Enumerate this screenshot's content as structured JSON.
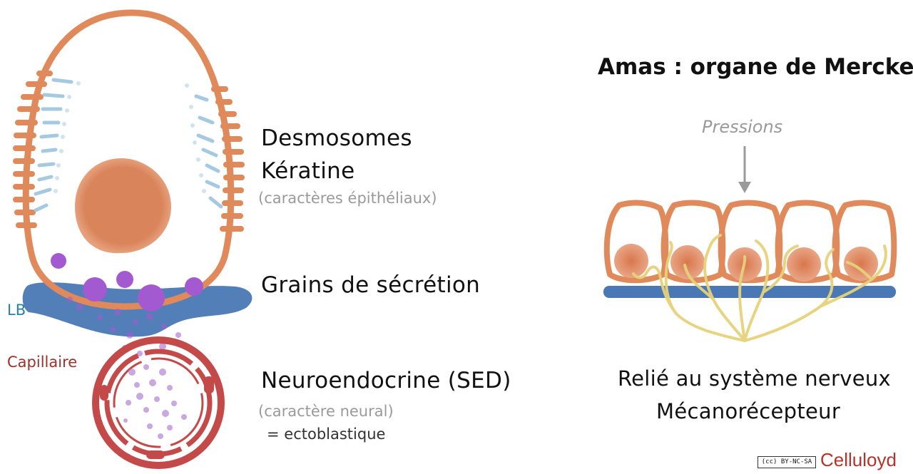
{
  "left": {
    "labels": {
      "desmosomes": "Desmosomes",
      "keratine": "Kératine",
      "epithelial_note": "(caractères épithéliaux)",
      "grains": "Grains de sécrétion",
      "neuro": "Neuroendocrine (SED)",
      "neural_note": "(caractère neural)",
      "ecto": "= ectoblastique",
      "lb": "LB",
      "capillaire": "Capillaire"
    }
  },
  "right": {
    "title": "Amas : organe de Merckel",
    "pressure": "Pressions",
    "caption_line1": "Relié au système nerveux",
    "caption_line2": "Mécanorécepteur"
  },
  "footer": {
    "license": "(cc) BY-NC-SA",
    "logo": "Celluloyd"
  },
  "colors": {
    "cell_membrane": "#e0895a",
    "nucleus": "#d9845a",
    "keratin": "#9cc4dd",
    "granules": "#a35ad0",
    "basal_lamina": "#4a78b5",
    "capillary": "#c44a4a",
    "nerve": "#e6d27a",
    "lb_text": "#2b7fa0",
    "capillary_text": "#a0302a"
  }
}
